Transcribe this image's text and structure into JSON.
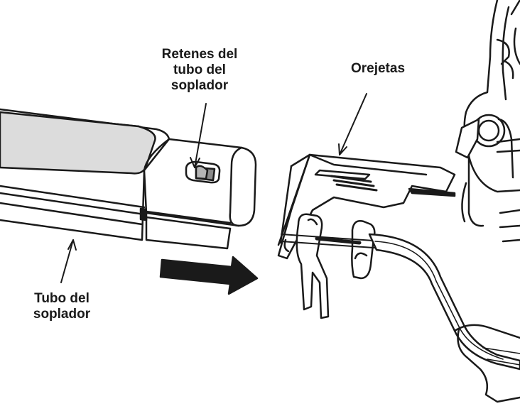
{
  "labels": {
    "retainers": [
      "Retenes del",
      "tubo del",
      "soplador"
    ],
    "ears": [
      "Orejetas"
    ],
    "tube": [
      "Tubo del",
      "soplador"
    ]
  },
  "colors": {
    "outline": "#1a1a1a",
    "tube_top_fill": "#dcdcdc",
    "retainer_fill": "#8a8a8a",
    "arrow_fill": "#1a1a1a",
    "background": "#ffffff"
  }
}
